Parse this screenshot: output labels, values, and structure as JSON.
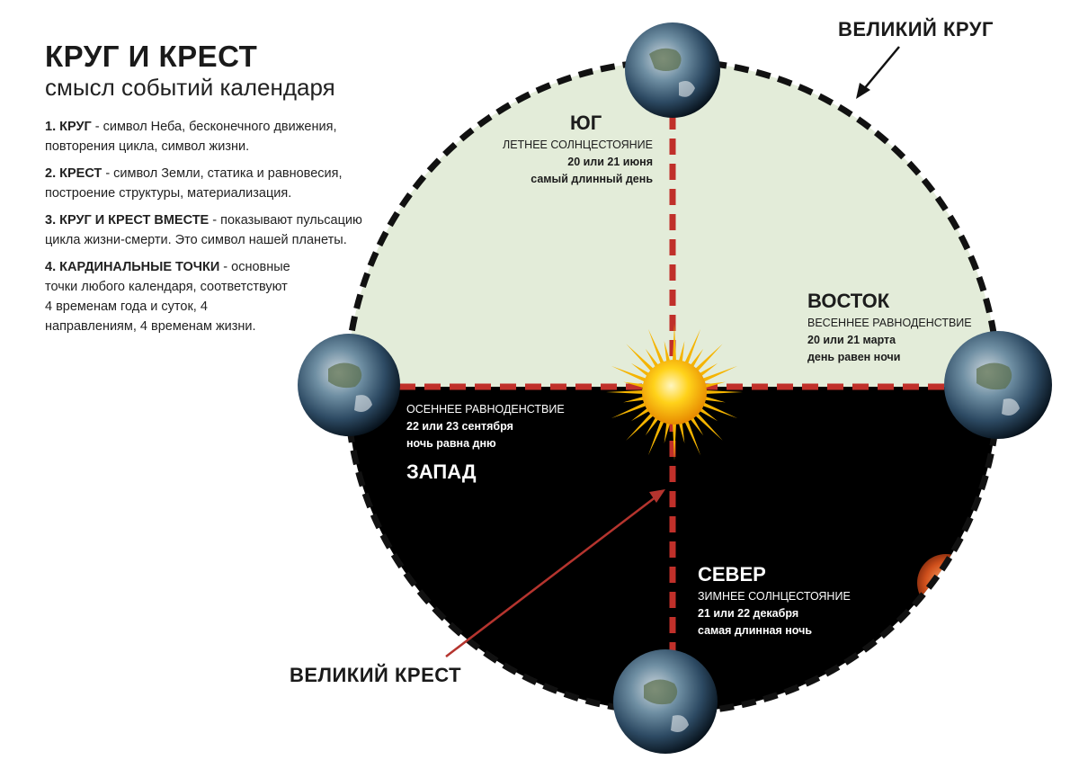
{
  "header": {
    "title": "КРУГ И КРЕСТ",
    "subtitle": "смысл событий календаря"
  },
  "points": [
    {
      "head": "1. КРУГ",
      "text": " - символ Неба, бесконечного движения, повторения цикла, символ жизни."
    },
    {
      "head": "2. КРЕСТ",
      "text": " - символ Земли, статика и равновесия, построение структуры, материализация."
    },
    {
      "head": "3. КРУГ И КРЕСТ ВМЕСТЕ",
      "text": " - показывают пульсацию цикла жизни-смерти. Это символ нашей планеты."
    },
    {
      "head": "4. КАРДИНАЛЬНЫЕ ТОЧКИ",
      "text": " - основные точки любого календаря, соответствуют 4 временам года и суток, 4 направлениям, 4 временам жизни."
    }
  ],
  "south": {
    "name": "ЮГ",
    "event": "ЛЕТНЕЕ СОЛНЦЕСТОЯНИЕ",
    "date": "20 или 21 июня",
    "note": "самый длинный день"
  },
  "east": {
    "name": "ВОСТОК",
    "event": "ВЕСЕННЕЕ РАВНОДЕНСТВИЕ",
    "date": "20 или 21 марта",
    "note": "день равен ночи"
  },
  "west": {
    "name": "ЗАПАД",
    "event": "ОСЕННЕЕ РАВНОДЕНСТВИЕ",
    "date": "22 или 23 сентября",
    "note": "ночь равна дню"
  },
  "north": {
    "name": "СЕВЕР",
    "event": "ЗИМНЕЕ СОЛНЦЕСТОЯНИЕ",
    "date": "21 или 22 декабря",
    "note": "самая длинная ночь"
  },
  "great_circle_label": "ВЕЛИКИЙ КРУГ",
  "great_cross_label": "ВЕЛИКИЙ КРЕСТ",
  "colors": {
    "upper_half": "#e3ecd9",
    "lower_half": "#000000",
    "cross": "#c0302a",
    "circle_dash": "#111111",
    "arrow_red": "#b5342e",
    "sun": "#f5b400"
  }
}
